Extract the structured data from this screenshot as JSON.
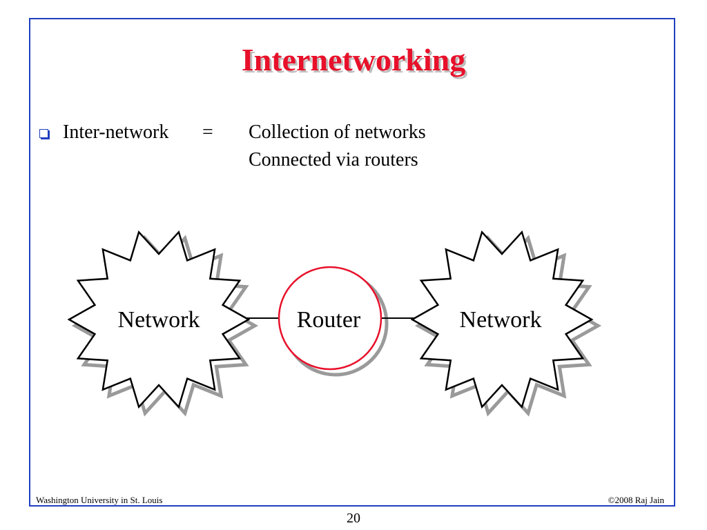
{
  "slide": {
    "title": "Internetworking",
    "bullet": {
      "term": "Inter-network",
      "equals": "=",
      "definition_lines": [
        "Collection of networks",
        "Connected via routers"
      ]
    },
    "diagram": {
      "left_node": "Network",
      "center_node": "Router",
      "right_node": "Network",
      "colors": {
        "router_border": "#e8102a",
        "shape_stroke": "#000000",
        "shadow": "#9a9a9a"
      }
    },
    "footer": {
      "left": "Washington University in St. Louis",
      "right": "©2008 Raj Jain"
    },
    "page_number": "20"
  }
}
